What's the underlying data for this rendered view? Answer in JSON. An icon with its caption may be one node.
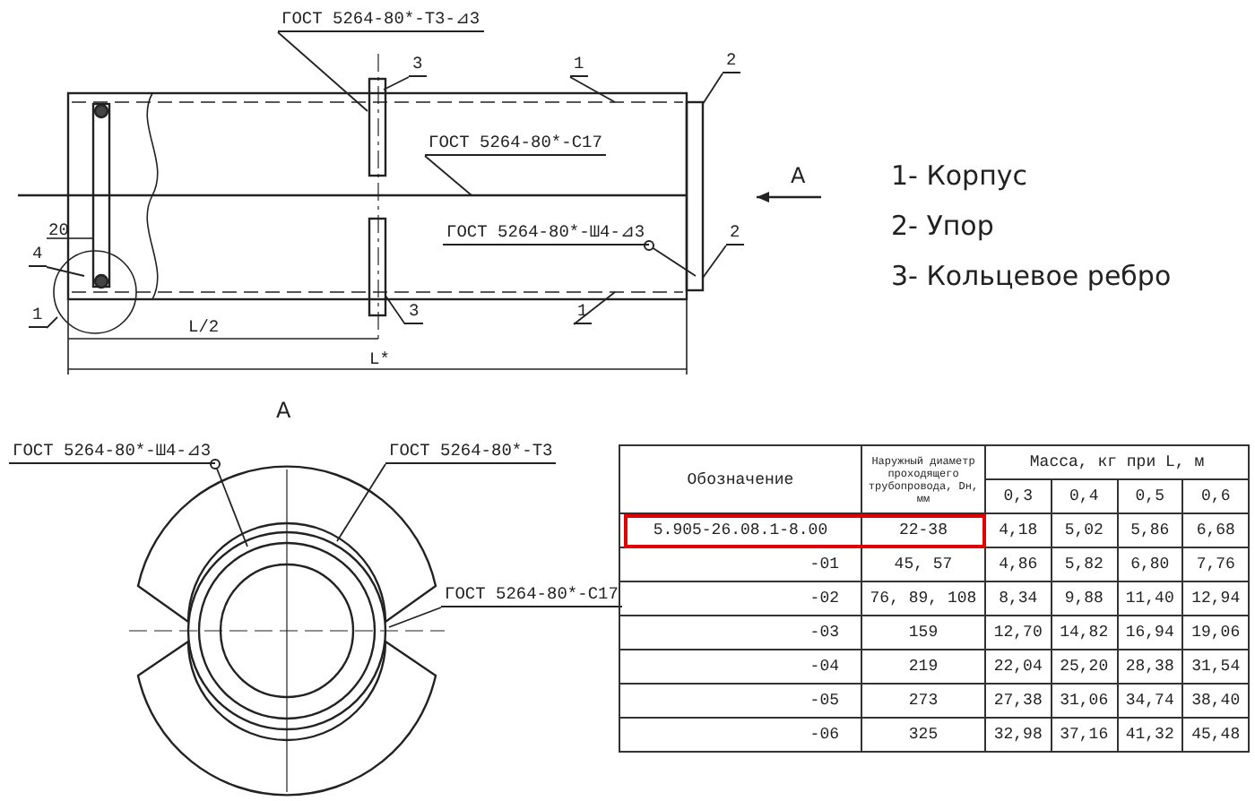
{
  "diagram": {
    "nodes": [
      {
        "text": [
          "ГОСТ 5264-80*-Т3-⊿3"
        ]
      },
      {
        "text": [
          "3"
        ]
      },
      {
        "text": [
          "1"
        ]
      },
      {
        "text": [
          "2"
        ]
      },
      {
        "text": [
          "ГОСТ 5264-80*-С17"
        ]
      },
      {
        "text": [
          "ГОСТ 5264-80*-Ш4-⊿3"
        ]
      },
      {
        "text": [
          "2"
        ]
      },
      {
        "text": [
          "4"
        ]
      },
      {
        "text": [
          "1"
        ]
      },
      {
        "text": [
          "3"
        ]
      },
      {
        "text": [
          "1"
        ]
      },
      {
        "text": [
          "ГОСТ 5264-80*-Ш4-⊿3"
        ]
      },
      {
        "text": [
          "ГОСТ 5264-80*-Т3"
        ]
      },
      {
        "text": [
          "ГОСТ 5264-80*-С17"
        ]
      }
    ],
    "edges": [
      {
        "from": 0,
        "to": null,
        "arrow": "none"
      },
      {
        "from": 1,
        "to": null,
        "arrow": "none"
      },
      {
        "from": 2,
        "to": null,
        "arrow": "none"
      },
      {
        "from": 3,
        "to": null,
        "arrow": "none"
      },
      {
        "from": 4,
        "to": null,
        "arrow": "none"
      },
      {
        "from": 5,
        "to": null,
        "arrow": "other"
      },
      {
        "from": 6,
        "to": null,
        "arrow": "none"
      },
      {
        "from": 7,
        "to": null,
        "arrow": "none"
      },
      {
        "from": 8,
        "to": null,
        "arrow": "none"
      },
      {
        "from": 9,
        "to": null,
        "arrow": "none"
      },
      {
        "from": 10,
        "to": null,
        "arrow": "none"
      },
      {
        "from": 11,
        "to": null,
        "arrow": "other"
      },
      {
        "from": 12,
        "to": null,
        "arrow": "none"
      },
      {
        "from": 13,
        "to": null,
        "arrow": "none"
      }
    ],
    "labels": [
      "А",
      "20",
      "L/2",
      "L*",
      "1- Корпус",
      "2- Упор",
      "3- Кольцевое ребро",
      "А",
      "Обозначение",
      "Наружный диаметр проходящего трубопровода, Dн, мм",
      "Масса, кг при L, м",
      "0,3",
      "0,4",
      "0,5",
      "0,6",
      "5.905-26.08.1-8.00",
      "22-38",
      "4,18",
      "5,02",
      "5,86",
      "6,68",
      "-01",
      "45, 57",
      "4,86",
      "5,82",
      "6,80",
      "7,76",
      "-02",
      "76, 89, 108",
      "8,34",
      "9,88",
      "11,40",
      "12,94",
      "-03",
      "159",
      "12,70",
      "14,82",
      "16,94",
      "19,06",
      "-04",
      "219",
      "22,04",
      "25,20",
      "28,38",
      "31,54",
      "-05",
      "273",
      "27,38",
      "31,06",
      "34,74",
      "38,40",
      "-06",
      "325",
      "32,98",
      "37,16",
      "41,32",
      "45,48"
    ]
  }
}
